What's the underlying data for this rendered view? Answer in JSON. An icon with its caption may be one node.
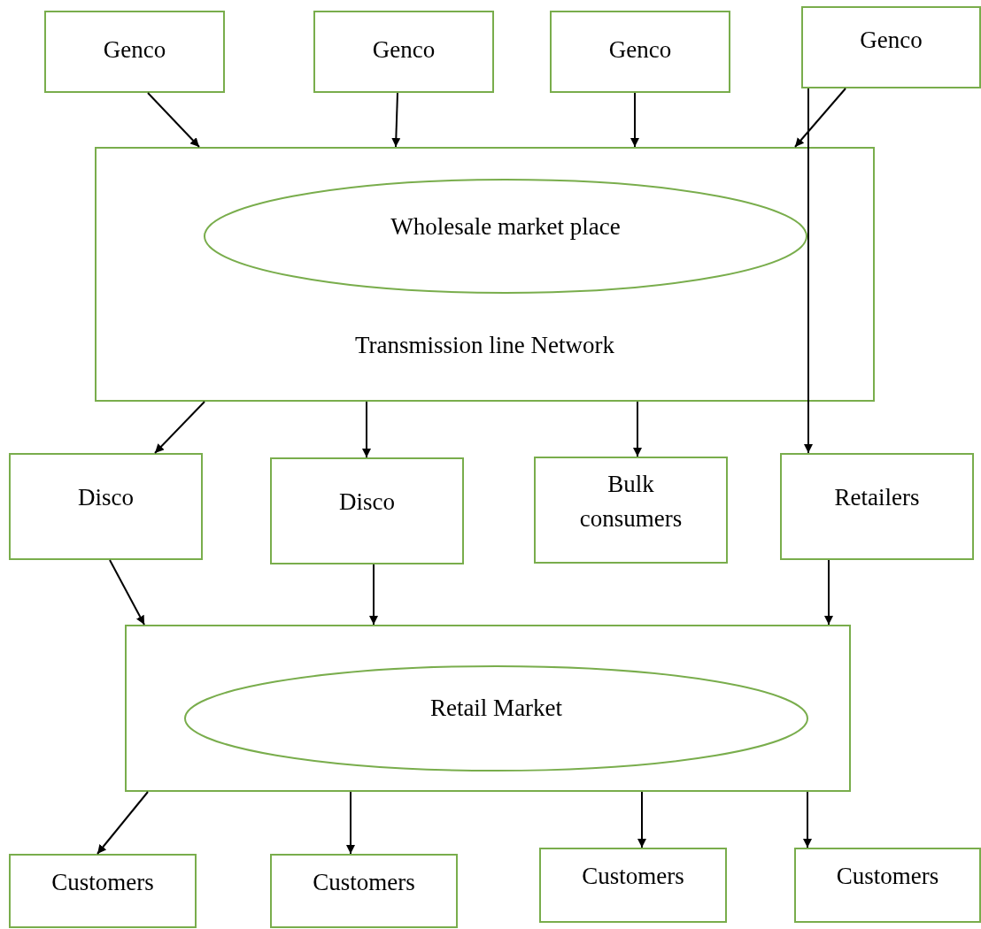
{
  "diagram": {
    "nodes": [
      {
        "text": [
          "Genco"
        ]
      },
      {
        "text": [
          "Genco"
        ]
      },
      {
        "text": [
          "Genco"
        ]
      },
      {
        "text": [
          "Genco"
        ]
      },
      {
        "text": [
          "Transmission line Network"
        ]
      },
      {
        "text": [
          "Wholesale market place"
        ],
        "in": 4
      },
      {
        "text": [
          "Disco"
        ]
      },
      {
        "text": [
          "Disco"
        ]
      },
      {
        "text": [
          "Bulk consumers"
        ]
      },
      {
        "text": [
          "Retailers"
        ]
      },
      {
        "text": [],
        "shape": "box"
      },
      {
        "text": [
          "Retail Market"
        ],
        "in": 10
      },
      {
        "text": [
          "Customers"
        ]
      },
      {
        "text": [
          "Customers"
        ]
      },
      {
        "text": [
          "Customers"
        ]
      },
      {
        "text": [
          "Customers"
        ]
      }
    ],
    "edges": [
      {
        "from": 0,
        "to": 4,
        "arrow": "to"
      },
      {
        "from": 1,
        "to": 4,
        "arrow": "to"
      },
      {
        "from": 2,
        "to": 4,
        "arrow": "to"
      },
      {
        "from": 3,
        "to": 4,
        "arrow": "to"
      },
      {
        "from": 3,
        "to": 9,
        "arrow": "to"
      },
      {
        "from": 4,
        "to": 6,
        "arrow": "to"
      },
      {
        "from": 4,
        "to": 7,
        "arrow": "to"
      },
      {
        "from": 4,
        "to": 8,
        "arrow": "to"
      },
      {
        "from": 6,
        "to": 10,
        "arrow": "to"
      },
      {
        "from": 7,
        "to": 10,
        "arrow": "to"
      },
      {
        "from": 9,
        "to": 10,
        "arrow": "to"
      },
      {
        "from": 10,
        "to": 12,
        "arrow": "to"
      },
      {
        "from": 10,
        "to": 13,
        "arrow": "to"
      },
      {
        "from": 10,
        "to": 14,
        "arrow": "to"
      },
      {
        "from": 10,
        "to": 15,
        "arrow": "to"
      }
    ]
  }
}
